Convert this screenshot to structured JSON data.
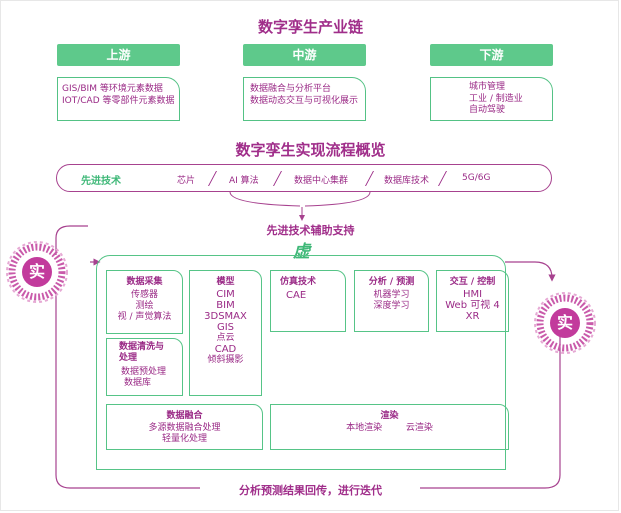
{
  "titles": {
    "chain": "数字孪生产业链",
    "process": "数字孪生实现流程概览",
    "support": "先进技术辅助支持",
    "virtual": "虚",
    "feedback": "分析预测结果回传，进行迭代"
  },
  "chain": [
    {
      "head": "上游",
      "lines": [
        "GIS/BIM 等环境元素数据",
        "IOT/CAD 等零部件元素数据"
      ]
    },
    {
      "head": "中游",
      "lines": [
        "数据融合与分析平台",
        "数据动态交互与可视化展示"
      ]
    },
    {
      "head": "下游",
      "lines": [
        "城市管理",
        "工业 / 制造业",
        "自动驾驶"
      ]
    }
  ],
  "tech": {
    "label": "先进技术",
    "items": [
      "芯片",
      "AI 算法",
      "数据中心集群",
      "数据库技术",
      "5G/6G"
    ]
  },
  "real_label": "实",
  "cards": {
    "collect": {
      "title": "数据采集",
      "items": [
        "传感器",
        "测绘",
        "视 / 声觉算法"
      ]
    },
    "clean": {
      "title": "数据清洗与处理",
      "items": [
        "数据预处理",
        "数据库"
      ]
    },
    "model": {
      "title": "模型",
      "items": [
        "CIM",
        "BIM",
        "3DSMAX",
        "GIS",
        "点云",
        "CAD",
        "倾斜摄影"
      ]
    },
    "sim": {
      "title": "仿真技术",
      "items": [
        "CAE"
      ]
    },
    "analysis": {
      "title": "分析 / 预测",
      "items": [
        "机器学习",
        "深度学习"
      ]
    },
    "interact": {
      "title": "交互 / 控制",
      "items": [
        "HMI",
        "Web 可视 4",
        "XR"
      ]
    },
    "fusion": {
      "title": "数据融合",
      "items": [
        "多源数据融合处理",
        "轻量化处理"
      ]
    },
    "render": {
      "title": "渲染",
      "items": [
        "本地渲染",
        "云渲染"
      ]
    }
  },
  "colors": {
    "accent": "#a02e8a",
    "green": "#5ec98b"
  }
}
